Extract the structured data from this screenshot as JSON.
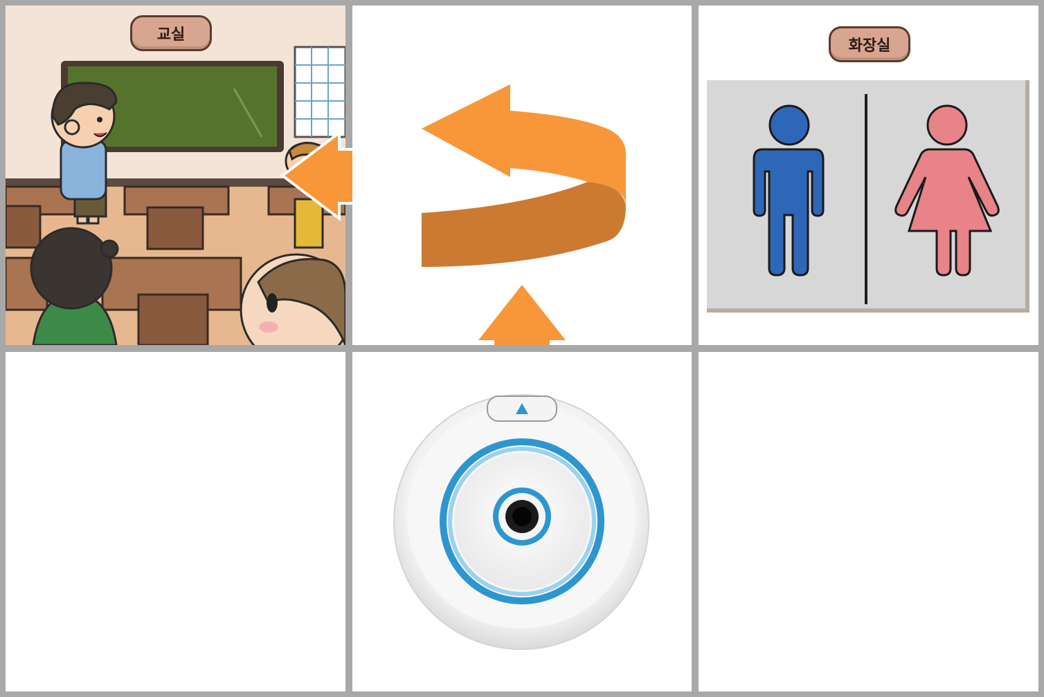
{
  "panels": {
    "classroom": {
      "label": "교실"
    },
    "restroom": {
      "label": "화장실"
    }
  },
  "icons": {
    "classroom_scene": "classroom-illustration",
    "restroom_sign": "restroom-sign-icon",
    "left_arrow": "arrow-left-icon",
    "turn_arrow": "u-turn-arrow-icon",
    "up_arrow": "arrow-up-icon",
    "device": "round-button-device-icon"
  },
  "colors": {
    "grid": "#a8a8a8",
    "arrow": "#f7973a",
    "arrow_shade": "#cc7a32",
    "chalkboard": "#56732e",
    "male": "#2f67b8",
    "female": "#e88389",
    "device_ring": "#2d96d0"
  }
}
